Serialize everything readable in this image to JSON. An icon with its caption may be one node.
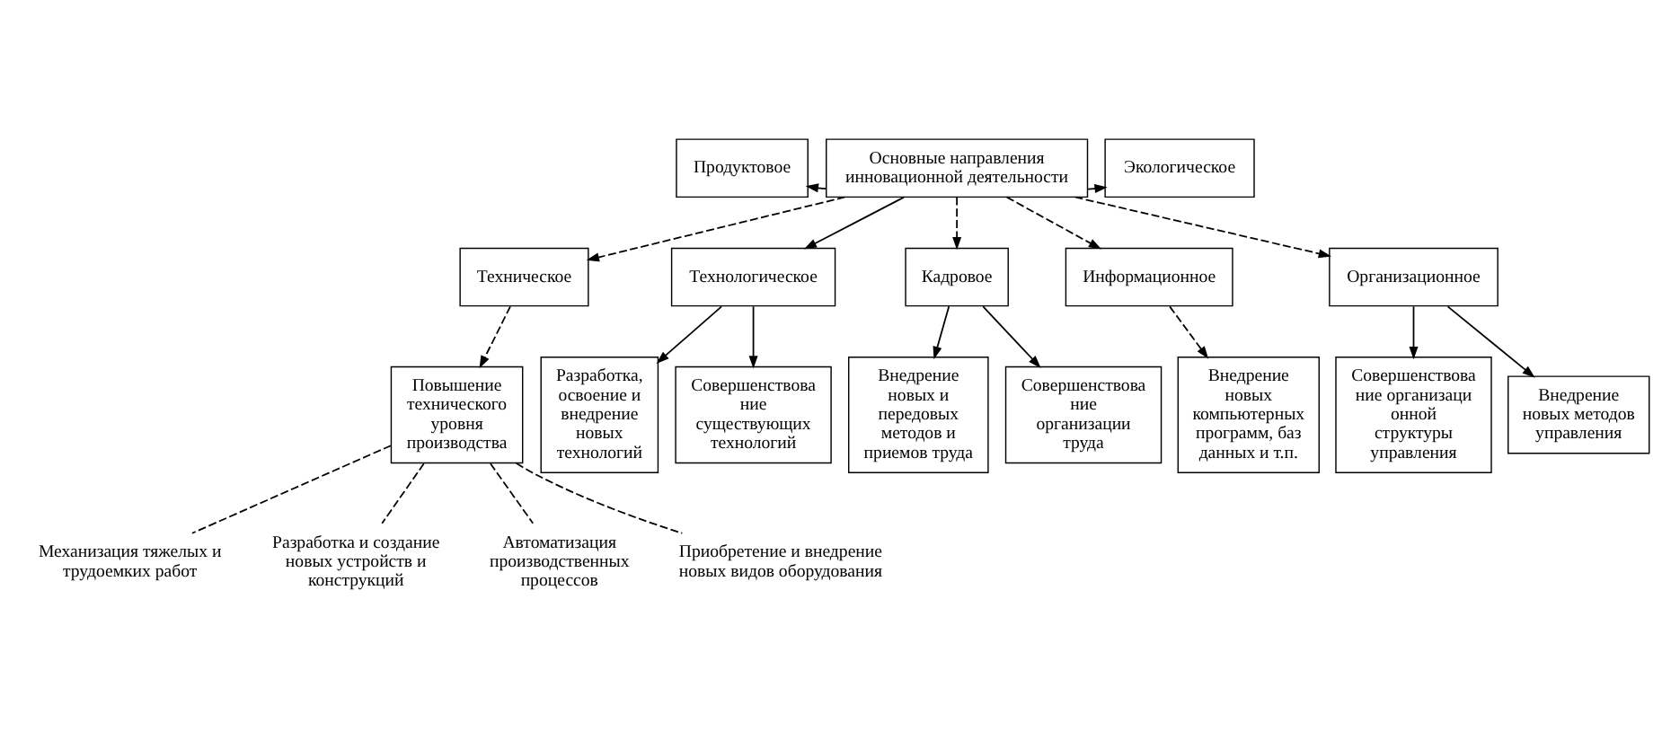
{
  "diagram": {
    "nodes": [
      {
        "text": [
          "Основные направления инновационной деятельности"
        ]
      },
      {
        "text": [
          "Продуктовое"
        ]
      },
      {
        "text": [
          "Экологическое"
        ]
      },
      {
        "text": [
          "Техническое"
        ]
      },
      {
        "text": [
          "Технологическое"
        ]
      },
      {
        "text": [
          "Кадровое"
        ]
      },
      {
        "text": [
          "Информационное"
        ]
      },
      {
        "text": [
          "Организационное"
        ]
      },
      {
        "text": [
          "Повышение технического уровня производства"
        ]
      },
      {
        "text": [
          "Разработка, освоение и внедрение новых технологий"
        ]
      },
      {
        "text": [
          "Совершенствование существующих технологий"
        ]
      },
      {
        "text": [
          "Внедрение новых и передовых методов и приемов труда"
        ]
      },
      {
        "text": [
          "Совершенствование организации труда"
        ]
      },
      {
        "text": [
          "Внедрение новых компьютерных программ, баз данных и т.п."
        ]
      },
      {
        "text": [
          "Совершенствование организационной структуры управления"
        ]
      },
      {
        "text": [
          "Внедрение новых методов управления"
        ]
      },
      {
        "text": [
          "Механизация тяжелых и трудоемких работ"
        ]
      },
      {
        "text": [
          "Разработка и создание новых устройств и конструкций"
        ]
      },
      {
        "text": [
          "Автоматизация производственных процессов"
        ]
      },
      {
        "text": [
          "Приобретение и внедрение новых видов оборудования"
        ]
      }
    ],
    "edges": [
      {
        "from": 0,
        "to": 1,
        "arrow": "to",
        "style": "dashed"
      },
      {
        "from": 0,
        "to": 2,
        "arrow": "to"
      },
      {
        "from": 0,
        "to": 3,
        "arrow": "to",
        "style": "dashed"
      },
      {
        "from": 0,
        "to": 4,
        "arrow": "to"
      },
      {
        "from": 0,
        "to": 5,
        "arrow": "to",
        "style": "dashed"
      },
      {
        "from": 0,
        "to": 6,
        "arrow": "to",
        "style": "dashed"
      },
      {
        "from": 0,
        "to": 7,
        "arrow": "to",
        "style": "dashed"
      },
      {
        "from": 3,
        "to": 8,
        "arrow": "to",
        "style": "dashed"
      },
      {
        "from": 4,
        "to": 9,
        "arrow": "to"
      },
      {
        "from": 4,
        "to": 10,
        "arrow": "to"
      },
      {
        "from": 5,
        "to": 11,
        "arrow": "to"
      },
      {
        "from": 5,
        "to": 12,
        "arrow": "to"
      },
      {
        "from": 6,
        "to": 13,
        "arrow": "to",
        "style": "dashed"
      },
      {
        "from": 7,
        "to": 14,
        "arrow": "to"
      },
      {
        "from": 7,
        "to": 15,
        "arrow": "to"
      },
      {
        "from": 8,
        "to": 16,
        "arrow": "none",
        "style": "dashed"
      },
      {
        "from": 8,
        "to": 17,
        "arrow": "none",
        "style": "dashed"
      },
      {
        "from": 8,
        "to": 18,
        "arrow": "none",
        "style": "dashed"
      },
      {
        "from": 8,
        "to": 19,
        "arrow": "none",
        "style": "dashed"
      }
    ]
  }
}
